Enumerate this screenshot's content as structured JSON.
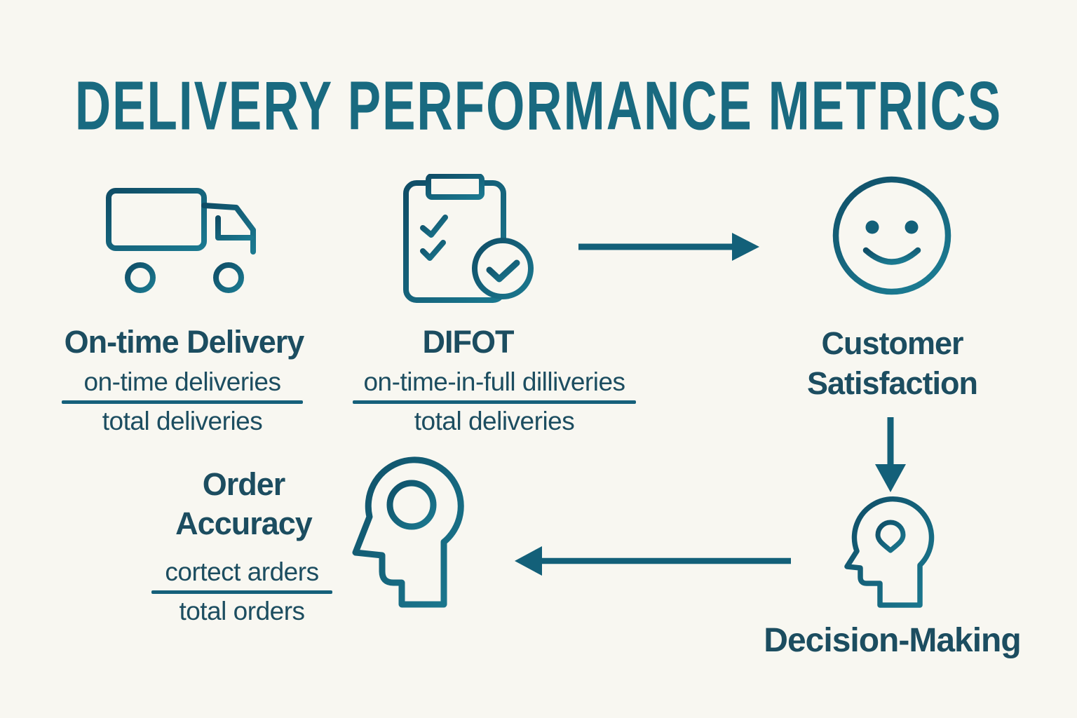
{
  "title": "DELIVERY PERFORMANCE METRICS",
  "colors": {
    "background": "#f8f7f1",
    "title_teal": "#196a80",
    "icon_teal": "#135c74",
    "icon_teal_light": "#1b7c94",
    "text_dark_teal": "#1c4d60",
    "fraction_bar": "#15607a"
  },
  "nodes": {
    "on_time_delivery": {
      "label": "On-time Delivery",
      "icon": "truck-icon",
      "formula": {
        "numerator": "on-time deliveries",
        "denominator": "total deliveries"
      }
    },
    "difot": {
      "label": "DIFOT",
      "icon": "clipboard-checklist-icon",
      "formula": {
        "numerator": "on-time-in-full dilliveries",
        "denominator": "total deliveries"
      }
    },
    "customer_satisfaction": {
      "label_lines": [
        "Customer",
        "Satisfaction"
      ],
      "icon": "smiley-face-icon"
    },
    "order_accuracy": {
      "label_lines": [
        "Order",
        "Accuracy"
      ],
      "icon": "head-profile-circle-icon",
      "formula": {
        "numerator": "cortect arders",
        "denominator": "total orders"
      }
    },
    "decision_making": {
      "label": "Decision-Making",
      "icon": "head-lightbulb-icon"
    }
  },
  "arrows": [
    {
      "name": "arrow-difot-to-customer-satisfaction",
      "direction": "right"
    },
    {
      "name": "arrow-customer-satisfaction-to-decision-making",
      "direction": "down"
    },
    {
      "name": "arrow-decision-making-to-order-accuracy",
      "direction": "left"
    }
  ]
}
